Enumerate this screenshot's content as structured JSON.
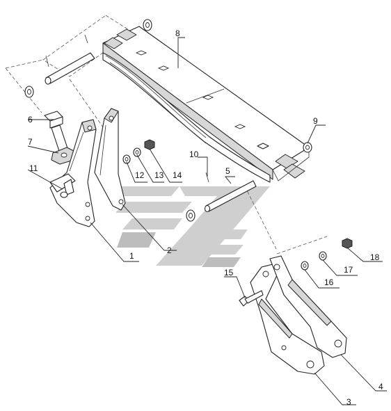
{
  "callouts": [
    {
      "id": "c1",
      "label": "1"
    },
    {
      "id": "c2",
      "label": "2"
    },
    {
      "id": "c3",
      "label": "3"
    },
    {
      "id": "c4",
      "label": "4"
    },
    {
      "id": "c5",
      "label": "5"
    },
    {
      "id": "c6",
      "label": "6"
    },
    {
      "id": "c7",
      "label": "7"
    },
    {
      "id": "c8",
      "label": "8"
    },
    {
      "id": "c9",
      "label": "9"
    },
    {
      "id": "c10",
      "label": "10"
    },
    {
      "id": "c11",
      "label": "11"
    },
    {
      "id": "c12",
      "label": "12"
    },
    {
      "id": "c13",
      "label": "13"
    },
    {
      "id": "c14",
      "label": "14"
    },
    {
      "id": "c15",
      "label": "15"
    },
    {
      "id": "c16",
      "label": "16"
    },
    {
      "id": "c17",
      "label": "17"
    },
    {
      "id": "c18",
      "label": "18"
    }
  ],
  "colors": {
    "line": "#222222",
    "watermark": "#cfcfcf"
  }
}
